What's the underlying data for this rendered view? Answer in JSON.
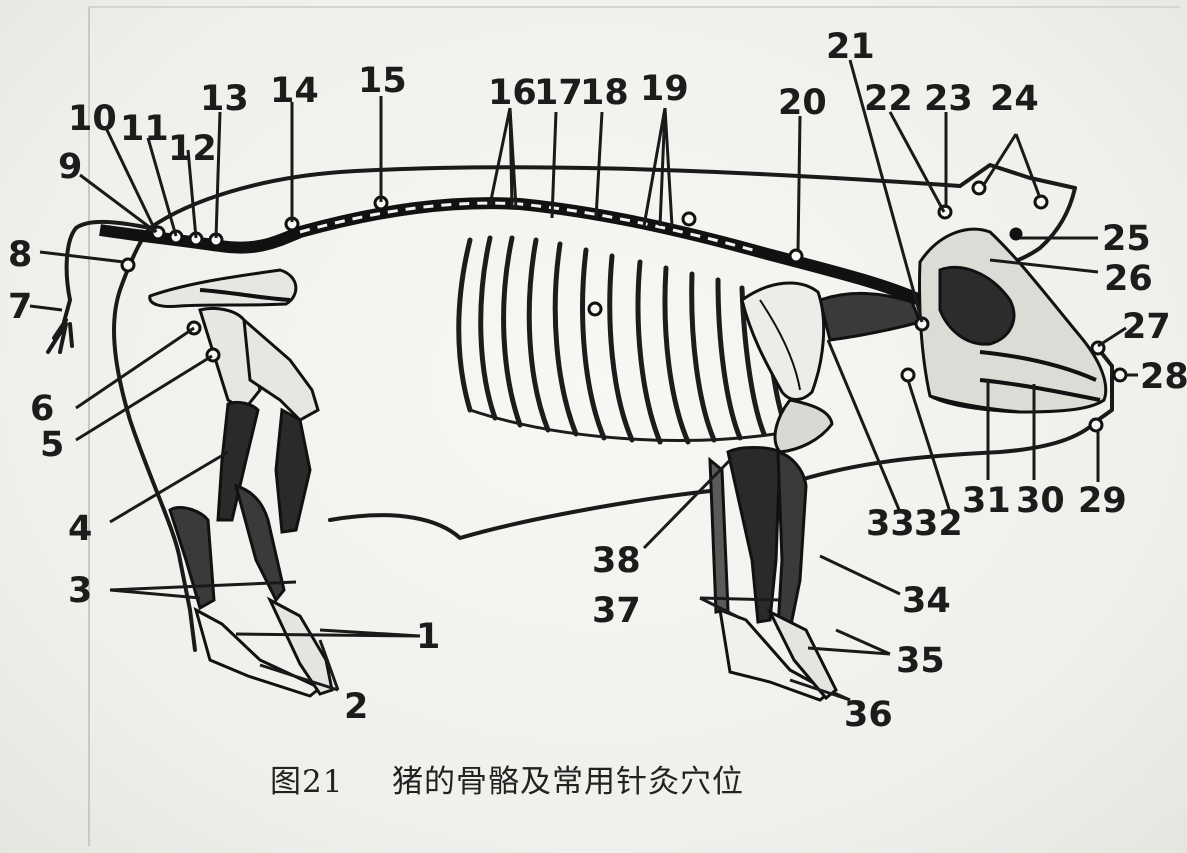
{
  "figure": {
    "caption_number": "图21",
    "caption_title": "猪的骨骼及常用针灸穴位",
    "labels": {
      "l1": "1",
      "l2": "2",
      "l3": "3",
      "l4": "4",
      "l5": "5",
      "l6": "6",
      "l7": "7",
      "l8": "8",
      "l9": "9",
      "l10": "10",
      "l11": "11",
      "l12": "12",
      "l13": "13",
      "l14": "14",
      "l15": "15",
      "l16": "16",
      "l17": "17",
      "l18": "18",
      "l19": "19",
      "l20": "20",
      "l21": "21",
      "l22": "22",
      "l23": "23",
      "l24": "24",
      "l25": "25",
      "l26": "26",
      "l27": "27",
      "l28": "28",
      "l29": "29",
      "l30": "30",
      "l31": "31",
      "l32": "32",
      "l33": "33",
      "l34": "34",
      "l35": "35",
      "l36": "36",
      "l37": "37",
      "l38": "38"
    }
  }
}
